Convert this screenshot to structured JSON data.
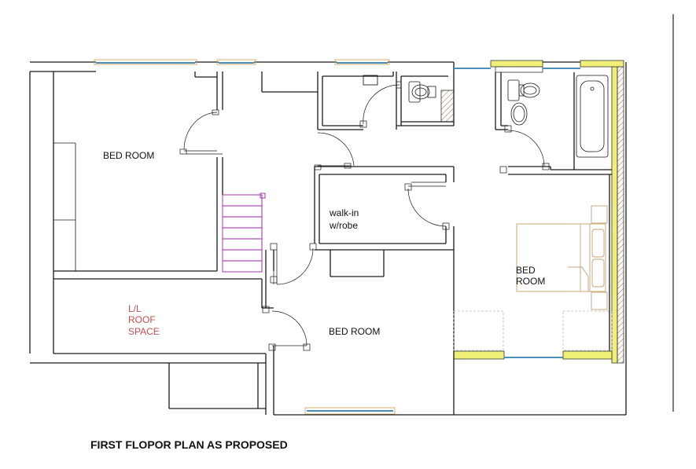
{
  "rooms": {
    "bed_room_1": "BED ROOM",
    "walkin_line1": "walk-in",
    "walkin_line2": "w/robe",
    "bed_room_master_line1": "BED",
    "bed_room_master_line2": "ROOM",
    "roof_line1": "L/L",
    "roof_line2": "ROOF",
    "roof_line3": "SPACE",
    "bed_room_2": "BED ROOM"
  },
  "title": "FIRST FLOPOR PLAN AS PROPOSED",
  "colors": {
    "walls": "#1a1a1a",
    "windows": "#4a8fb8",
    "insulation": "#f0f078",
    "stairs": "#a020a8",
    "roof_space_text": "#c0504d",
    "furniture": "#c8a070"
  }
}
